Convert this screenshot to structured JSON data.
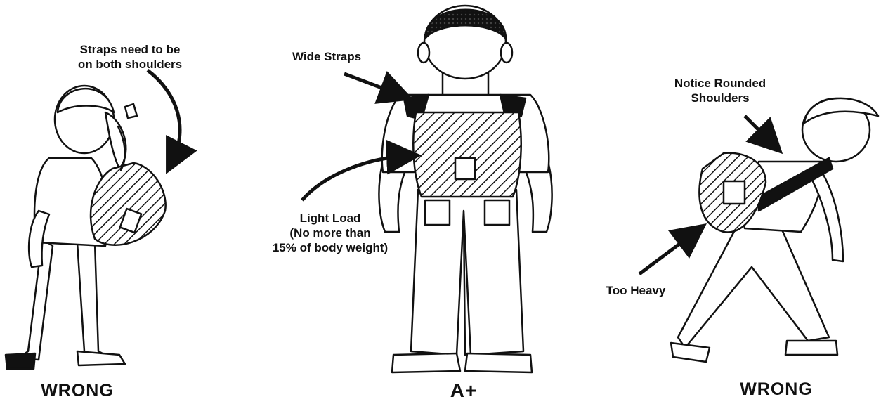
{
  "figure": {
    "left": {
      "annotation": "Straps need to be\non both shoulders",
      "verdict": "WRONG"
    },
    "center": {
      "annotation_straps": "Wide Straps",
      "annotation_load": "Light Load\n(No more than\n15% of body weight)",
      "verdict": "A+"
    },
    "right": {
      "annotation_shoulders": "Notice Rounded\nShoulders",
      "annotation_heavy": "Too Heavy",
      "verdict": "WRONG"
    }
  },
  "colors": {
    "ink": "#111111",
    "paper": "#ffffff"
  }
}
